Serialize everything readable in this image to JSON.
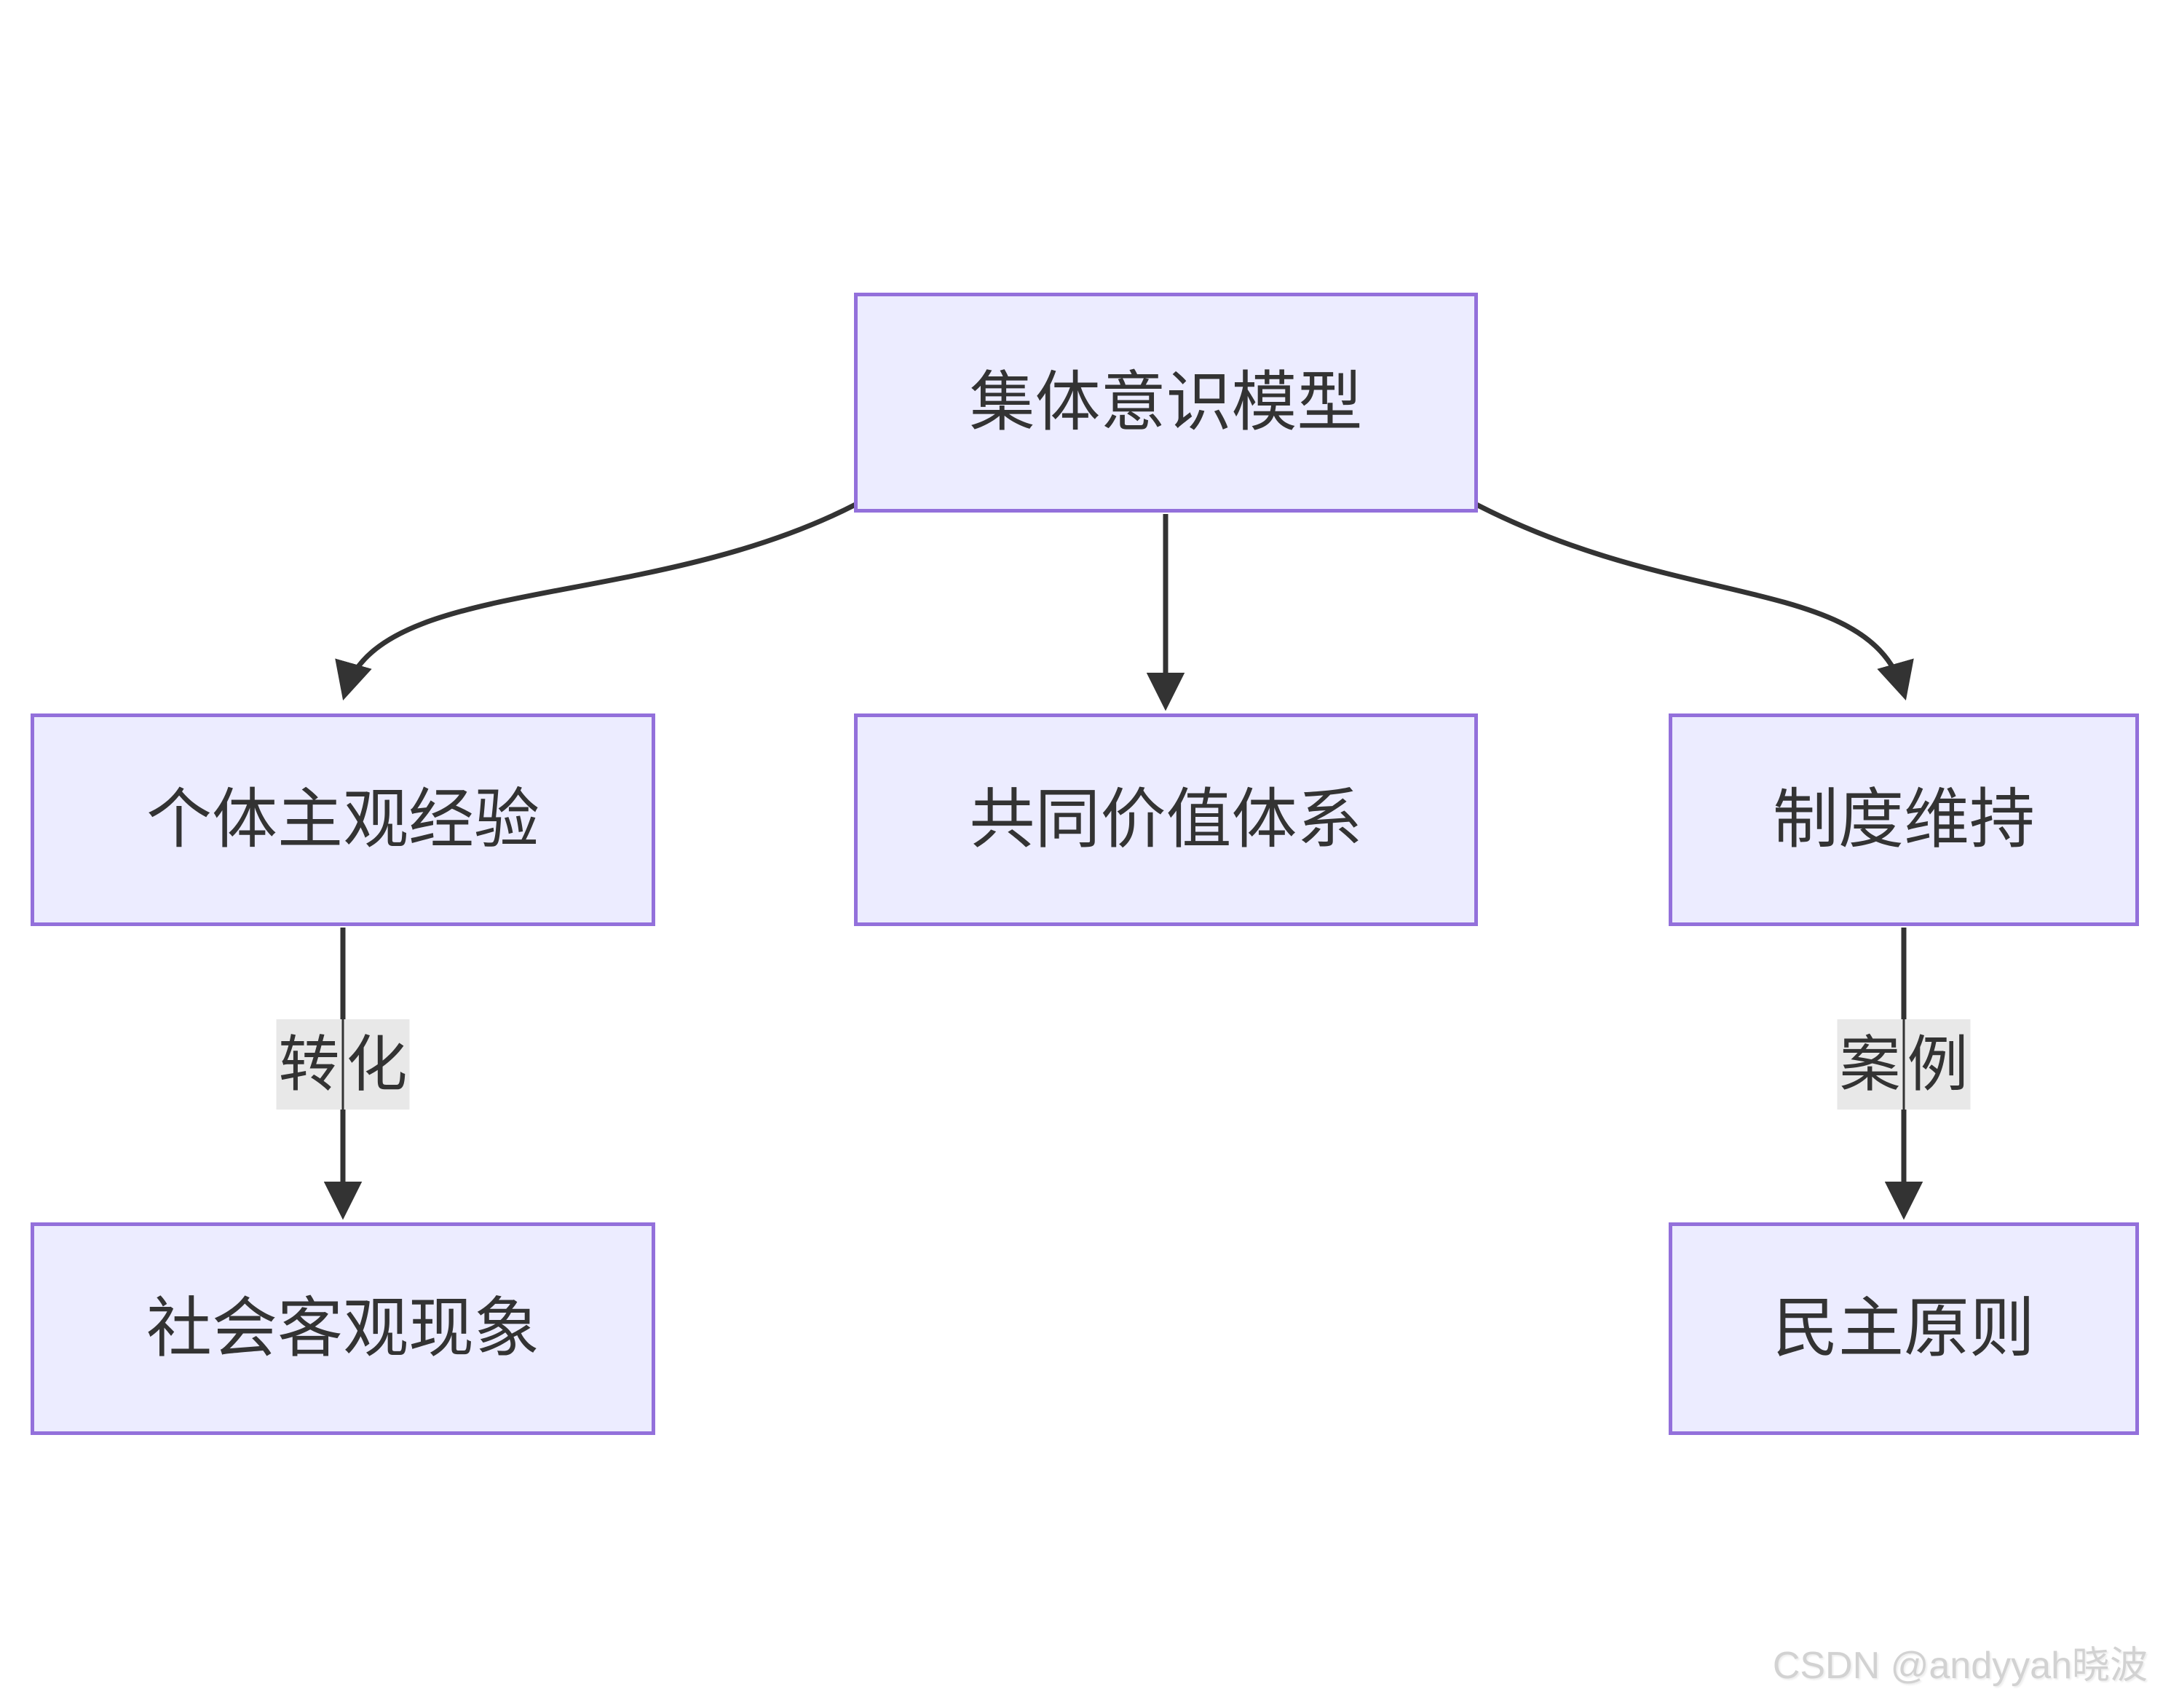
{
  "diagram": {
    "type": "flowchart",
    "direction": "top-down",
    "nodes": [
      {
        "id": "root",
        "label": "集体意识模型"
      },
      {
        "id": "subjective",
        "label": "个体主观经验"
      },
      {
        "id": "values",
        "label": "共同价值体系"
      },
      {
        "id": "institution",
        "label": "制度维持"
      },
      {
        "id": "social",
        "label": "社会客观现象"
      },
      {
        "id": "democracy",
        "label": "民主原则"
      }
    ],
    "edges": [
      {
        "from": "root",
        "to": "subjective",
        "label": ""
      },
      {
        "from": "root",
        "to": "values",
        "label": ""
      },
      {
        "from": "root",
        "to": "institution",
        "label": ""
      },
      {
        "from": "subjective",
        "to": "social",
        "label": "转化"
      },
      {
        "from": "institution",
        "to": "democracy",
        "label": "案例"
      }
    ],
    "colors": {
      "node_fill": "#ECECFF",
      "node_border": "#9370DB",
      "node_text": "#333333",
      "edge": "#333333",
      "edge_label_bg": "#e8e8e8"
    }
  },
  "watermark": {
    "text": "CSDN @andyyah晓波"
  }
}
